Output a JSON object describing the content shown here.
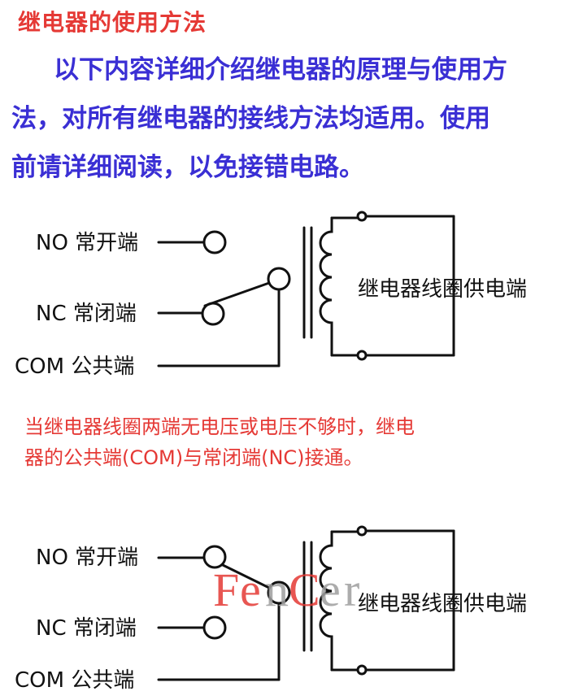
{
  "title": "继电器的使用方法",
  "intro": {
    "line1": "以下内容详细介绍继电器的原理与使用方",
    "line2": "法，对所有继电器的接线方法均适用。使用",
    "line3": "前请详细阅读，以免接错电路。"
  },
  "diagram1": {
    "no_label": "NO 常开端",
    "nc_label": "NC 常闭端",
    "com_label": "COM 公共端",
    "coil_label": "继电器线圈供电端"
  },
  "note": {
    "line1": "当继电器线圈两端无电压或电压不够时，继电",
    "line2": "器的公共端(COM)与常闭端(NC)接通。"
  },
  "diagram2": {
    "no_label": "NO 常开端",
    "nc_label": "NC 常闭端",
    "com_label": "COM 公共端",
    "coil_label": "继电器线圈供电端"
  },
  "watermark": {
    "letters": [
      "F",
      "e",
      "n",
      "C",
      "e",
      "r"
    ],
    "colors": [
      "#e53935",
      "#e53935",
      "#9e9e9e",
      "#e53935",
      "#9e9e9e",
      "#9e9e9e"
    ]
  },
  "colors": {
    "title": "#e53935",
    "intro": "#3a2fd4",
    "note": "#e53935",
    "ink": "#111111"
  }
}
